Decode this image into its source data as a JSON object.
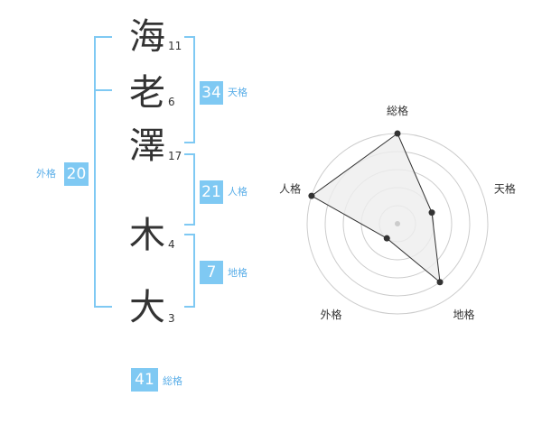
{
  "name": {
    "chars": [
      {
        "char": "海",
        "strokes": "11"
      },
      {
        "char": "老",
        "strokes": "6"
      },
      {
        "char": "澤",
        "strokes": "17"
      },
      {
        "char": "木",
        "strokes": "4"
      },
      {
        "char": "大",
        "strokes": "3"
      }
    ]
  },
  "kakusu": {
    "tenkaku": {
      "value": "34",
      "label": "天格"
    },
    "jinkaku": {
      "value": "21",
      "label": "人格"
    },
    "chikaku": {
      "value": "7",
      "label": "地格"
    },
    "gaikaku": {
      "value": "20",
      "label": "外格"
    },
    "soukaku": {
      "value": "41",
      "label": "総格"
    }
  },
  "colors": {
    "accent": "#7fc9f3",
    "accent_text": "#5aaee8",
    "text": "#333333",
    "grid": "#cccccc",
    "fill": "#eeeeee"
  },
  "chart_data": {
    "type": "radar",
    "axes": [
      "総格",
      "天格",
      "地格",
      "外格",
      "人格"
    ],
    "rings": 5,
    "max": 5,
    "values": [
      5,
      2,
      4,
      1,
      5
    ]
  }
}
